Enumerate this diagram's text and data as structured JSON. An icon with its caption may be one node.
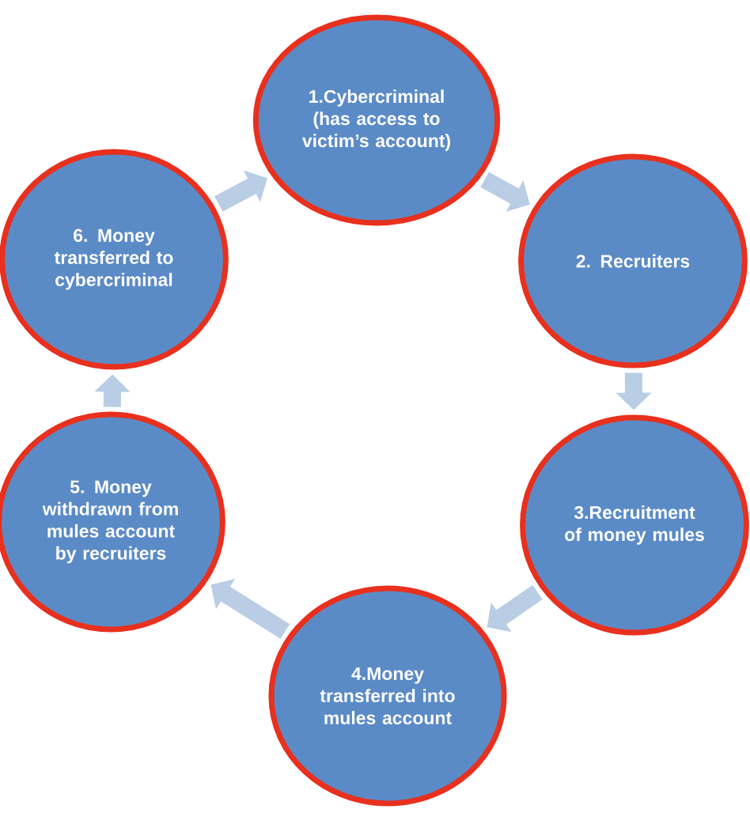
{
  "diagram": {
    "nodes": [
      {
        "text": [
          "1.Cybercriminal (has access to victim’s account)"
        ]
      },
      {
        "text": [
          "2. Recruiters"
        ]
      },
      {
        "text": [
          "3.Recruitment of money mules"
        ]
      },
      {
        "text": [
          "4.Money transferred into mules account"
        ]
      },
      {
        "text": [
          "5. Money withdrawn from mules account by recruiters"
        ]
      },
      {
        "text": [
          "6. Money transferred to cybercriminal"
        ]
      }
    ],
    "edges": [
      {
        "from": 0,
        "to": 1,
        "arrow": "to"
      },
      {
        "from": 1,
        "to": 2,
        "arrow": "to"
      },
      {
        "from": 2,
        "to": 3,
        "arrow": "to"
      },
      {
        "from": 3,
        "to": 4,
        "arrow": "to"
      },
      {
        "from": 4,
        "to": 5,
        "arrow": "to"
      },
      {
        "from": 5,
        "to": 0,
        "arrow": "to"
      }
    ]
  }
}
